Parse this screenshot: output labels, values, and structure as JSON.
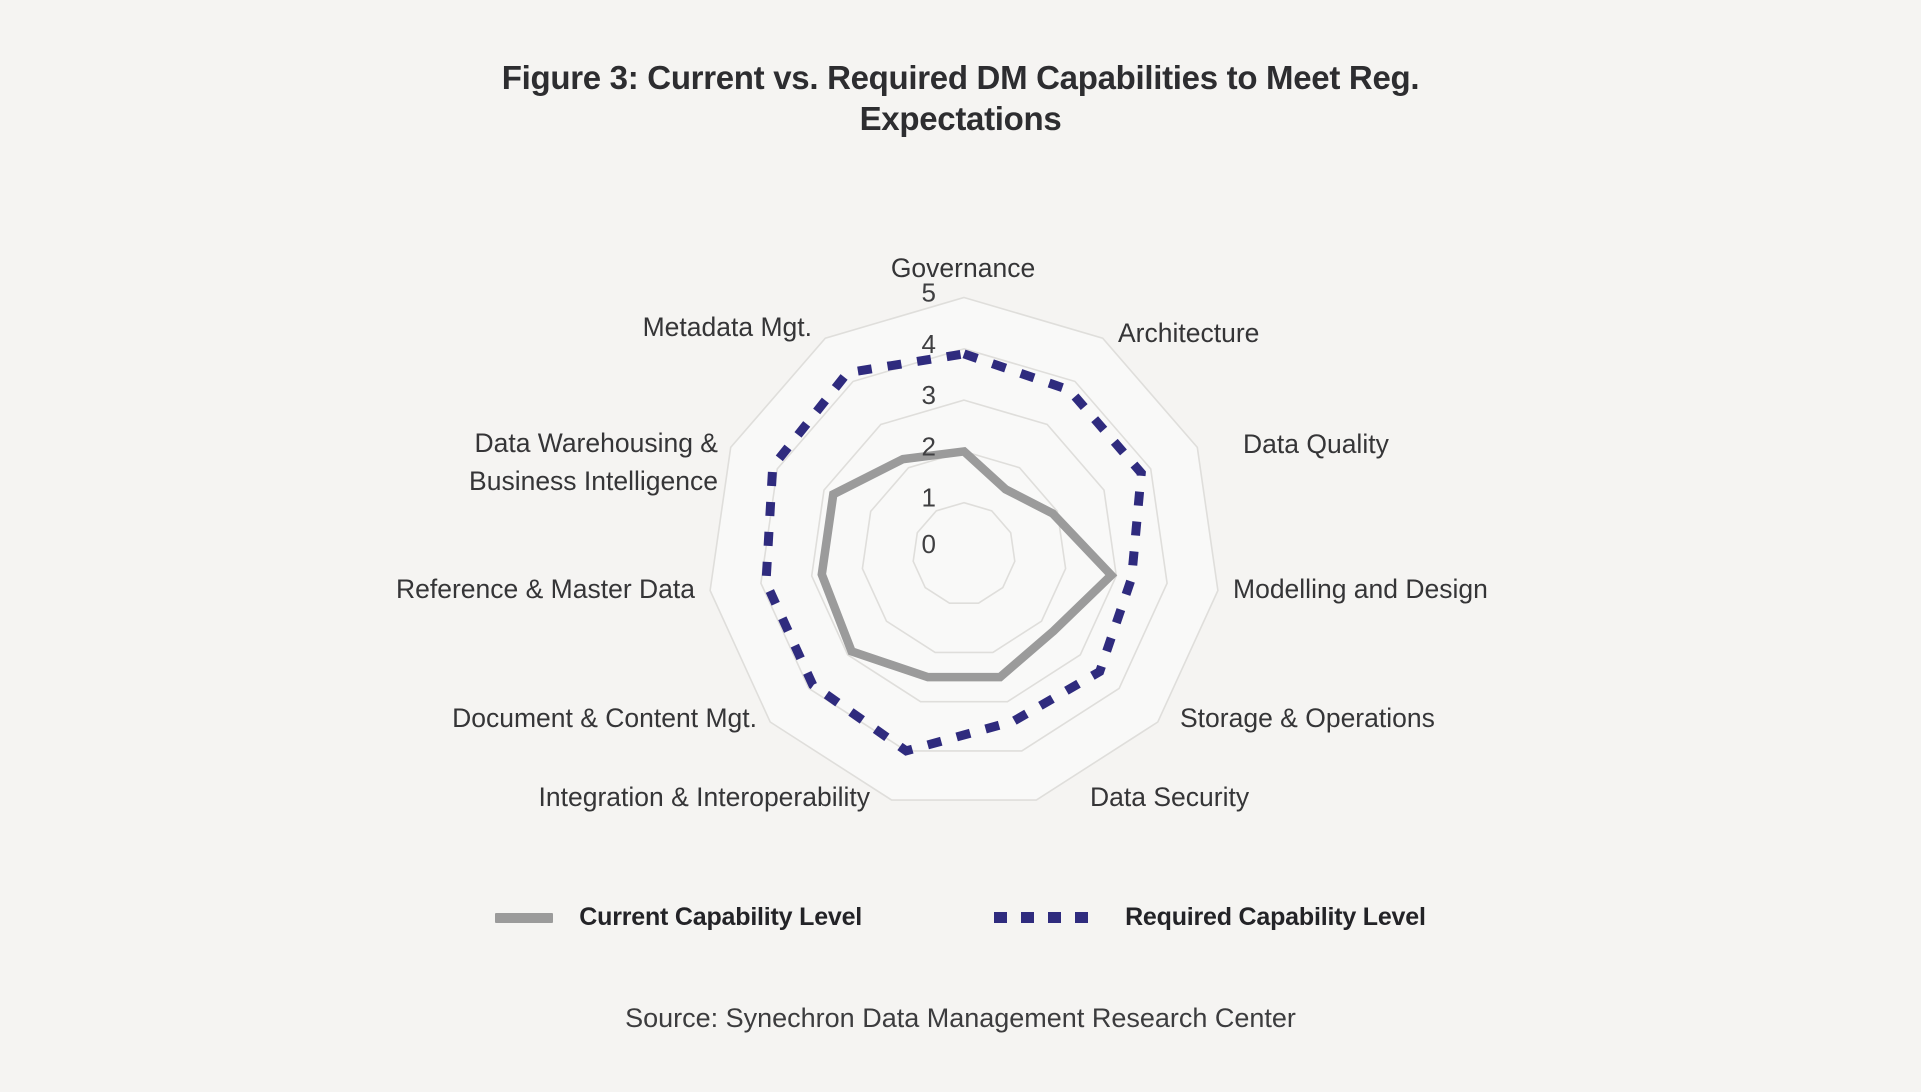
{
  "figure": {
    "title": "Figure 3: Current vs. Required DM Capabilities to Meet Reg. Expectations",
    "source": "Source: Synechron Data Management Research Center"
  },
  "legend": [
    {
      "label": "Current Capability Level",
      "swatch": "solid-gray-line"
    },
    {
      "label": "Required Capability Level",
      "swatch": "dashed-navy-line"
    }
  ],
  "colors": {
    "background": "#f5f4f2",
    "grid": "#dfdedb",
    "grid_fill": "rgba(255,255,255,0.45)",
    "current_series": "#9b9b9b",
    "required_series": "#2f2b7e",
    "title_text": "#2d2d30",
    "axis_label_text": "#353537",
    "tick_text": "#3f3f41"
  },
  "chart_data": {
    "type": "radar",
    "title": "Figure 3: Current vs. Required DM Capabilities to Meet Reg. Expectations",
    "categories": [
      "Governance",
      "Architecture",
      "Data Quality",
      "Modelling and Design",
      "Storage & Operations",
      "Data Security",
      "Integration & Interoperability",
      "Document & Content Mgt.",
      "Reference & Master Data",
      "Data Warehousing & Business Intelligence",
      "Metadata Mgt."
    ],
    "series": [
      {
        "name": "Current Capability Level",
        "style": "solid",
        "color": "#9b9b9b",
        "values": [
          2.0,
          1.5,
          1.9,
          2.9,
          2.3,
          2.5,
          2.5,
          2.9,
          2.8,
          2.8,
          2.2
        ]
      },
      {
        "name": "Required Capability Level",
        "style": "dashed",
        "color": "#2f2b7e",
        "values": [
          3.9,
          3.8,
          3.8,
          3.3,
          3.5,
          3.4,
          4.0,
          3.9,
          3.9,
          4.1,
          4.2
        ]
      }
    ],
    "scale": {
      "min": 0,
      "max": 5
    },
    "rings": [
      1,
      2,
      3,
      4,
      5
    ],
    "tick_labels": [
      "0",
      "1",
      "2",
      "3",
      "4",
      "5"
    ],
    "grid_shape": "concentric-polygons",
    "radial_spokes": false,
    "legend_position": "bottom"
  }
}
